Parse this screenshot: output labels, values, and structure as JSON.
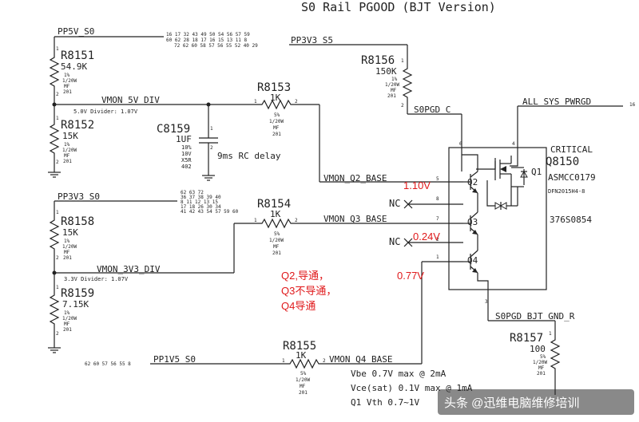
{
  "title": "S0 Rail PGOOD (BJT Version)",
  "nets": {
    "pp5v": "PP5V_S0",
    "pp3v3_s5": "PP3V3_S5",
    "vmon_5v_div": "VMON_5V_DIV",
    "div5": "5.0V Divider: 1.07V",
    "vmon_q2": "VMON_Q2_BASE",
    "pp3v3_s0": "PP3V3_S0",
    "vmon_q3": "VMON_Q3_BASE",
    "vmon_3v3_div": "VMON_3V3_DIV",
    "div3": "3.3V Divider: 1.07V",
    "pp1v5": "PP1V5_S0",
    "vmon_q4": "VMON_Q4_BASE",
    "s0pgd_c": "S0PGD_C",
    "all_sys": "ALL_SYS_PWRGD",
    "s0pgd_bjt": "S0PGD_BJT_GND_R"
  },
  "page_refs": {
    "pp5v_a": "16 17 32 43 49 50 54 56 57 59",
    "pp5v_b": "60 62     28 18 17 16 15 13 11 8",
    "pp5v_c": "72 62 60 58 57 56 55 52 40 29",
    "pp3v3_a": "62 63 72",
    "pp3v3_b": "36 37 38 39 40",
    "pp3v3_c": "8 11 12 13 15",
    "pp3v3_d": "17 18 26 30 34",
    "pp3v3_e": "41 42 43 54 57 59 60",
    "pp1v5": "62 60 57 56 55 8",
    "all_sys": "16"
  },
  "components": {
    "r8151": {
      "ref": "R8151",
      "value": "54.9K",
      "tol": "1%",
      "pwr": "1/20W",
      "type": "MF",
      "size": "201"
    },
    "r8152": {
      "ref": "R8152",
      "value": "15K",
      "tol": "1%",
      "pwr": "1/20W",
      "type": "MF",
      "size": "201"
    },
    "c8159": {
      "ref": "C8159",
      "value": "1UF",
      "tol": "10%",
      "volt": "10V",
      "diel": "X5R",
      "size": "402"
    },
    "rc_delay": "9ms RC delay",
    "r8153": {
      "ref": "R8153",
      "value": "1K",
      "tol": "5%",
      "pwr": "1/20W",
      "type": "MF",
      "size": "201"
    },
    "r8158": {
      "ref": "R8158",
      "value": "15K",
      "tol": "1%",
      "pwr": "1/20W",
      "type": "MF",
      "size": "201"
    },
    "r8154": {
      "ref": "R8154",
      "value": "1K",
      "tol": "5%",
      "pwr": "1/20W",
      "type": "MF",
      "size": "201"
    },
    "r8159": {
      "ref": "R8159",
      "value": "7.15K",
      "tol": "1%",
      "pwr": "1/20W",
      "type": "MF",
      "size": "201"
    },
    "r8155": {
      "ref": "R8155",
      "value": "1K",
      "tol": "5%",
      "pwr": "1/20W",
      "type": "MF",
      "size": "201"
    },
    "r8156": {
      "ref": "R8156",
      "value": "150K",
      "tol": "1%",
      "pwr": "1/20W",
      "type": "MF",
      "size": "201"
    },
    "r8157": {
      "ref": "R8157",
      "value": "100",
      "tol": "5%",
      "pwr": "1/20W",
      "type": "MF",
      "size": "201"
    },
    "q8150": {
      "critical": "CRITICAL",
      "ref": "Q8150",
      "part": "ASMCC0179",
      "pkg": "DFN2015H4-8",
      "pn": "376S0854"
    }
  },
  "q_labels": {
    "q1": "Q1",
    "q2": "Q2",
    "q3": "Q3",
    "q4": "Q4",
    "nc1": "NC",
    "nc2": "NC"
  },
  "pins": {
    "p1": "1",
    "p2": "2",
    "p3": "3",
    "p4": "4",
    "p5": "5",
    "p6": "6",
    "p7": "7",
    "p8": "8"
  },
  "annotations": {
    "v_q2": "1.10V",
    "v_q3": "0.24V",
    "v_q4": "0.77V",
    "note1": "Q2,导通，",
    "note2": "Q3不导通，",
    "note3": "Q4导通"
  },
  "specs": {
    "vbe": "Vbe 0.7V max @ 2mA",
    "vce": "Vce(sat) 0.1V max @ 1mA",
    "vth": "Q1 Vth 0.7~1V"
  },
  "watermark": "头条 @迅维电脑维修培训",
  "colors": {
    "line": "#222222",
    "annotation": "#e0191b",
    "background": "#ffffff"
  }
}
